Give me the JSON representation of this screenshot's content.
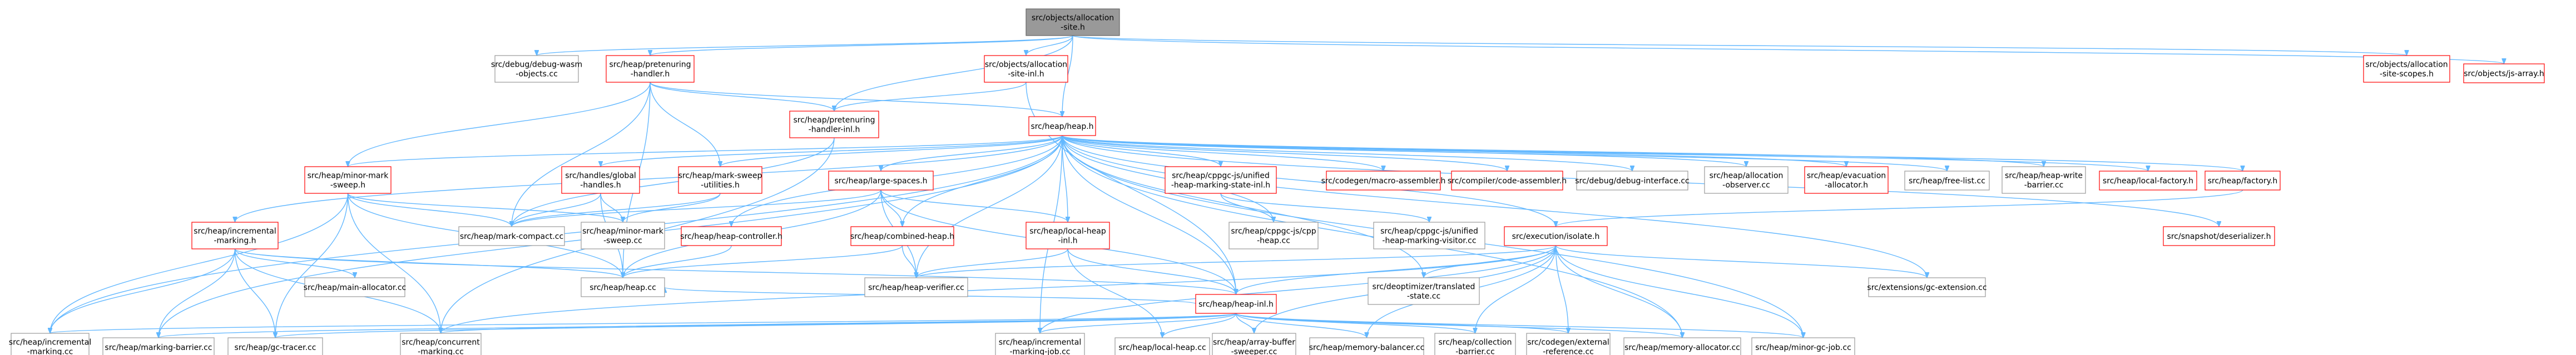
{
  "colors": {
    "edge": "#63b8ff",
    "root_fill": "#999999",
    "root_stroke": "#666666",
    "red_stroke": "#ff0000",
    "gray_stroke": "#999999",
    "fill": "#ffffff"
  },
  "nodes": [
    {
      "id": "root",
      "lines": [
        "src/objects/allocation",
        "-site.h"
      ],
      "style": "root"
    },
    {
      "id": "debug_wasm",
      "lines": [
        "src/debug/debug-wasm",
        "-objects.cc"
      ],
      "style": "gray"
    },
    {
      "id": "pretenuring",
      "lines": [
        "src/heap/pretenuring",
        "-handler.h"
      ],
      "style": "red"
    },
    {
      "id": "alloc_site_inl",
      "lines": [
        "src/objects/allocation",
        "-site-inl.h"
      ],
      "style": "red"
    },
    {
      "id": "alloc_site_scopes",
      "lines": [
        "src/objects/allocation",
        "-site-scopes.h"
      ],
      "style": "red"
    },
    {
      "id": "js_array",
      "lines": [
        "src/objects/js-array.h"
      ],
      "style": "red"
    },
    {
      "id": "pretenuring_inl",
      "lines": [
        "src/heap/pretenuring",
        "-handler-inl.h"
      ],
      "style": "red"
    },
    {
      "id": "heap_h",
      "lines": [
        "src/heap/heap.h"
      ],
      "style": "red"
    },
    {
      "id": "minor_mark_sweep",
      "lines": [
        "src/heap/minor-mark",
        "-sweep.h"
      ],
      "style": "red"
    },
    {
      "id": "handles_global",
      "lines": [
        "src/handles/global",
        "-handles.h"
      ],
      "style": "red"
    },
    {
      "id": "mark_sweep_util",
      "lines": [
        "src/heap/mark-sweep",
        "-utilities.h"
      ],
      "style": "red"
    },
    {
      "id": "large_spaces",
      "lines": [
        "src/heap/large-spaces.h"
      ],
      "style": "red"
    },
    {
      "id": "unified_state_inl",
      "lines": [
        "src/heap/cppgc-js/unified",
        "-heap-marking-state-inl.h"
      ],
      "style": "red"
    },
    {
      "id": "macro_asm",
      "lines": [
        "src/codegen/macro-assembler.h"
      ],
      "style": "red"
    },
    {
      "id": "code_asm",
      "lines": [
        "src/compiler/code-assembler.h"
      ],
      "style": "red"
    },
    {
      "id": "debug_iface",
      "lines": [
        "src/debug/debug-interface.cc"
      ],
      "style": "gray"
    },
    {
      "id": "alloc_observer",
      "lines": [
        "src/heap/allocation",
        "-observer.cc"
      ],
      "style": "gray"
    },
    {
      "id": "evac_alloc",
      "lines": [
        "src/heap/evacuation",
        "-allocator.h"
      ],
      "style": "red"
    },
    {
      "id": "free_list",
      "lines": [
        "src/heap/free-list.cc"
      ],
      "style": "gray"
    },
    {
      "id": "write_barrier",
      "lines": [
        "src/heap/heap-write",
        "-barrier.cc"
      ],
      "style": "gray"
    },
    {
      "id": "local_factory",
      "lines": [
        "src/heap/local-factory.h"
      ],
      "style": "red"
    },
    {
      "id": "factory_h",
      "lines": [
        "src/heap/factory.h"
      ],
      "style": "red"
    },
    {
      "id": "incr_marking_h",
      "lines": [
        "src/heap/incremental",
        "-marking.h"
      ],
      "style": "red"
    },
    {
      "id": "mark_compact",
      "lines": [
        "src/heap/mark-compact.cc"
      ],
      "style": "gray"
    },
    {
      "id": "minor_mark_sweep_cc",
      "lines": [
        "src/heap/minor-mark",
        "-sweep.cc"
      ],
      "style": "gray"
    },
    {
      "id": "heap_controller",
      "lines": [
        "src/heap/heap-controller.h"
      ],
      "style": "red"
    },
    {
      "id": "combined_heap",
      "lines": [
        "src/heap/combined-heap.h"
      ],
      "style": "red"
    },
    {
      "id": "local_heap_inl",
      "lines": [
        "src/heap/local-heap",
        "-inl.h"
      ],
      "style": "red"
    },
    {
      "id": "cpp_heap",
      "lines": [
        "src/heap/cppgc-js/cpp",
        "-heap.cc"
      ],
      "style": "gray"
    },
    {
      "id": "unified_visitor",
      "lines": [
        "src/heap/cppgc-js/unified",
        "-heap-marking-visitor.cc"
      ],
      "style": "gray"
    },
    {
      "id": "isolate_h",
      "lines": [
        "src/execution/isolate.h"
      ],
      "style": "red"
    },
    {
      "id": "deserializer",
      "lines": [
        "src/snapshot/deserializer.h"
      ],
      "style": "red"
    },
    {
      "id": "main_alloc",
      "lines": [
        "src/heap/main-allocator.cc"
      ],
      "style": "gray"
    },
    {
      "id": "heap_cc",
      "lines": [
        "src/heap/heap.cc"
      ],
      "style": "gray"
    },
    {
      "id": "heap_verifier",
      "lines": [
        "src/heap/heap-verifier.cc"
      ],
      "style": "gray"
    },
    {
      "id": "deopt_translated",
      "lines": [
        "src/deoptimizer/translated",
        "-state.cc"
      ],
      "style": "gray"
    },
    {
      "id": "gc_extension",
      "lines": [
        "src/extensions/gc-extension.cc"
      ],
      "style": "gray"
    },
    {
      "id": "heap_inl",
      "lines": [
        "src/heap/heap-inl.h"
      ],
      "style": "red"
    },
    {
      "id": "incr_marking_cc",
      "lines": [
        "src/heap/incremental",
        "-marking.cc"
      ],
      "style": "gray"
    },
    {
      "id": "marking_barrier",
      "lines": [
        "src/heap/marking-barrier.cc"
      ],
      "style": "gray"
    },
    {
      "id": "gc_tracer",
      "lines": [
        "src/heap/gc-tracer.cc"
      ],
      "style": "gray"
    },
    {
      "id": "concurrent_marking",
      "lines": [
        "src/heap/concurrent",
        "-marking.cc"
      ],
      "style": "gray"
    },
    {
      "id": "incr_marking_job",
      "lines": [
        "src/heap/incremental",
        "-marking-job.cc"
      ],
      "style": "gray"
    },
    {
      "id": "local_heap_cc",
      "lines": [
        "src/heap/local-heap.cc"
      ],
      "style": "gray"
    },
    {
      "id": "array_buffer_sweeper",
      "lines": [
        "src/heap/array-buffer",
        "-sweeper.cc"
      ],
      "style": "gray"
    },
    {
      "id": "memory_balancer",
      "lines": [
        "src/heap/memory-balancer.cc"
      ],
      "style": "gray"
    },
    {
      "id": "collection_barrier",
      "lines": [
        "src/heap/collection",
        "-barrier.cc"
      ],
      "style": "gray"
    },
    {
      "id": "external_ref",
      "lines": [
        "src/codegen/external",
        "-reference.cc"
      ],
      "style": "gray"
    },
    {
      "id": "memory_allocator",
      "lines": [
        "src/heap/memory-allocator.cc"
      ],
      "style": "gray"
    },
    {
      "id": "minor_gc_job",
      "lines": [
        "src/heap/minor-gc-job.cc"
      ],
      "style": "gray"
    }
  ],
  "edges": [
    [
      "root",
      "debug_wasm"
    ],
    [
      "root",
      "pretenuring"
    ],
    [
      "root",
      "alloc_site_inl"
    ],
    [
      "root",
      "heap_h"
    ],
    [
      "root",
      "alloc_site_scopes"
    ],
    [
      "root",
      "js_array"
    ],
    [
      "root",
      "pretenuring_inl"
    ],
    [
      "pretenuring",
      "heap_h"
    ],
    [
      "pretenuring",
      "pretenuring_inl"
    ],
    [
      "pretenuring",
      "minor_mark_sweep"
    ],
    [
      "pretenuring",
      "mark_compact"
    ],
    [
      "pretenuring",
      "heap_cc"
    ],
    [
      "pretenuring",
      "mark_sweep_util"
    ],
    [
      "alloc_site_inl",
      "pretenuring_inl"
    ],
    [
      "alloc_site_inl",
      "heap_inl"
    ],
    [
      "pretenuring_inl",
      "mark_compact"
    ],
    [
      "pretenuring_inl",
      "concurrent_marking"
    ],
    [
      "heap_h",
      "minor_mark_sweep"
    ],
    [
      "heap_h",
      "handles_global"
    ],
    [
      "heap_h",
      "mark_sweep_util"
    ],
    [
      "heap_h",
      "large_spaces"
    ],
    [
      "heap_h",
      "unified_state_inl"
    ],
    [
      "heap_h",
      "macro_asm"
    ],
    [
      "heap_h",
      "code_asm"
    ],
    [
      "heap_h",
      "debug_iface"
    ],
    [
      "heap_h",
      "alloc_observer"
    ],
    [
      "heap_h",
      "evac_alloc"
    ],
    [
      "heap_h",
      "free_list"
    ],
    [
      "heap_h",
      "write_barrier"
    ],
    [
      "heap_h",
      "local_factory"
    ],
    [
      "heap_h",
      "factory_h"
    ],
    [
      "heap_h",
      "incr_marking_h"
    ],
    [
      "heap_h",
      "heap_controller"
    ],
    [
      "heap_h",
      "combined_heap"
    ],
    [
      "heap_h",
      "local_heap_inl"
    ],
    [
      "heap_h",
      "cpp_heap"
    ],
    [
      "heap_h",
      "isolate_h"
    ],
    [
      "heap_h",
      "deserializer"
    ],
    [
      "heap_h",
      "heap_inl"
    ],
    [
      "heap_h",
      "heap_verifier"
    ],
    [
      "heap_h",
      "deopt_translated"
    ],
    [
      "heap_h",
      "gc_extension"
    ],
    [
      "heap_h",
      "incr_marking_cc"
    ],
    [
      "heap_h",
      "marking_barrier"
    ],
    [
      "heap_h",
      "incr_marking_job"
    ],
    [
      "heap_h",
      "minor_gc_job"
    ],
    [
      "heap_h",
      "memory_allocator"
    ],
    [
      "minor_mark_sweep",
      "mark_compact"
    ],
    [
      "minor_mark_sweep",
      "minor_mark_sweep_cc"
    ],
    [
      "minor_mark_sweep",
      "heap_cc"
    ],
    [
      "minor_mark_sweep",
      "incr_marking_cc"
    ],
    [
      "minor_mark_sweep",
      "concurrent_marking"
    ],
    [
      "minor_mark_sweep",
      "gc_tracer"
    ],
    [
      "handles_global",
      "mark_compact"
    ],
    [
      "handles_global",
      "minor_mark_sweep_cc"
    ],
    [
      "handles_global",
      "heap_cc"
    ],
    [
      "mark_sweep_util",
      "mark_compact"
    ],
    [
      "mark_sweep_util",
      "minor_mark_sweep_cc"
    ],
    [
      "large_spaces",
      "mark_compact"
    ],
    [
      "large_spaces",
      "combined_heap"
    ],
    [
      "large_spaces",
      "local_heap_inl"
    ],
    [
      "large_spaces",
      "heap_verifier"
    ],
    [
      "large_spaces",
      "heap_inl"
    ],
    [
      "large_spaces",
      "heap_cc"
    ],
    [
      "unified_state_inl",
      "cpp_heap"
    ],
    [
      "unified_state_inl",
      "unified_visitor"
    ],
    [
      "factory_h",
      "isolate_h"
    ],
    [
      "incr_marking_h",
      "incr_marking_cc"
    ],
    [
      "incr_marking_h",
      "marking_barrier"
    ],
    [
      "incr_marking_h",
      "gc_tracer"
    ],
    [
      "incr_marking_h",
      "concurrent_marking"
    ],
    [
      "incr_marking_h",
      "main_alloc"
    ],
    [
      "incr_marking_h",
      "heap_cc"
    ],
    [
      "incr_marking_h",
      "heap_inl"
    ],
    [
      "heap_controller",
      "heap_cc"
    ],
    [
      "combined_heap",
      "heap_cc"
    ],
    [
      "combined_heap",
      "heap_verifier"
    ],
    [
      "local_heap_inl",
      "heap_verifier"
    ],
    [
      "local_heap_inl",
      "local_heap_cc"
    ],
    [
      "local_heap_inl",
      "heap_inl"
    ],
    [
      "isolate_h",
      "heap_verifier"
    ],
    [
      "isolate_h",
      "deopt_translated"
    ],
    [
      "isolate_h",
      "gc_extension"
    ],
    [
      "isolate_h",
      "heap_inl"
    ],
    [
      "isolate_h",
      "concurrent_marking"
    ],
    [
      "isolate_h",
      "incr_marking_job"
    ],
    [
      "isolate_h",
      "memory_balancer"
    ],
    [
      "isolate_h",
      "collection_barrier"
    ],
    [
      "isolate_h",
      "external_ref"
    ],
    [
      "isolate_h",
      "memory_allocator"
    ],
    [
      "isolate_h",
      "minor_gc_job"
    ],
    [
      "isolate_h",
      "array_buffer_sweeper"
    ],
    [
      "heap_inl",
      "incr_marking_cc"
    ],
    [
      "heap_inl",
      "marking_barrier"
    ],
    [
      "heap_inl",
      "gc_tracer"
    ],
    [
      "heap_inl",
      "concurrent_marking"
    ],
    [
      "heap_inl",
      "incr_marking_job"
    ],
    [
      "heap_inl",
      "local_heap_cc"
    ],
    [
      "heap_inl",
      "array_buffer_sweeper"
    ],
    [
      "heap_inl",
      "memory_balancer"
    ],
    [
      "heap_inl",
      "collection_barrier"
    ],
    [
      "heap_inl",
      "external_ref"
    ],
    [
      "heap_inl",
      "memory_allocator"
    ],
    [
      "heap_inl",
      "minor_gc_job"
    ],
    [
      "heap_inl",
      "heap_cc"
    ]
  ]
}
